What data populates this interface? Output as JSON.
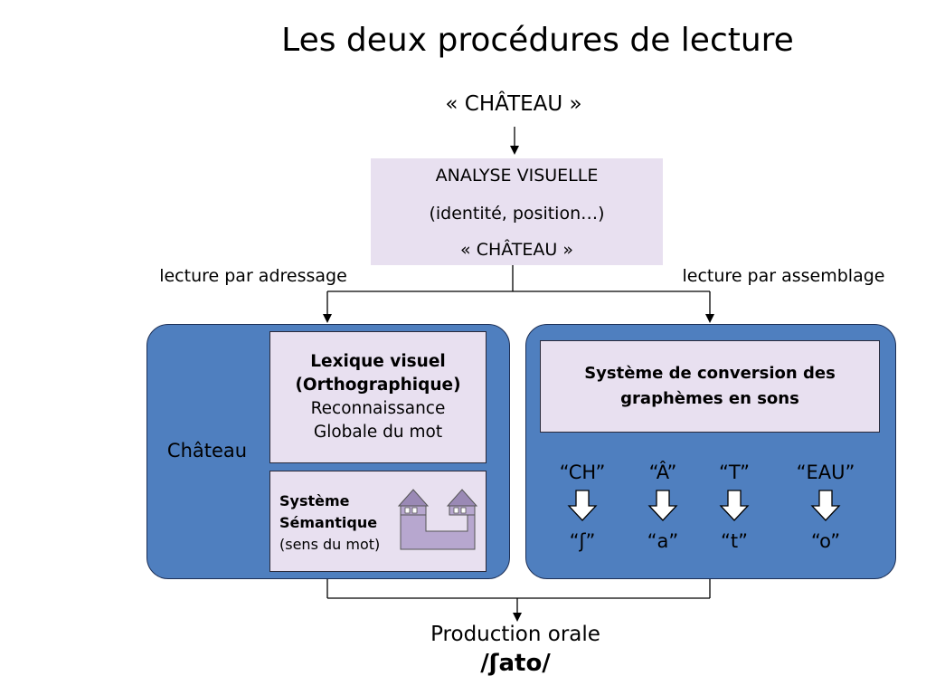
{
  "title": "Les deux procédures de lecture",
  "input_word": "« CHÂTEAU »",
  "visual_analysis": {
    "line1": "ANALYSE VISUELLE",
    "line2": "(identité, position…)",
    "line3": "« CHÂTEAU »"
  },
  "routes": {
    "left": "lecture par adressage",
    "right": "lecture par assemblage"
  },
  "lexique": {
    "title1": "Lexique visuel",
    "title2": "(Orthographique)",
    "line3": "Reconnaissance",
    "line4": "Globale du mot"
  },
  "chateau_label": "Château",
  "semantic": {
    "line1": "Système",
    "line2": "Sémantique",
    "line3": "(sens du mot)"
  },
  "conversion": {
    "line1": "Système de conversion des",
    "line2": "graphèmes en sons"
  },
  "graphemes": [
    "“CH”",
    "“Â”",
    "“T”",
    "“EAU”"
  ],
  "phonemes": [
    "“ʃ”",
    "“a”",
    "“t”",
    "“o”"
  ],
  "output": {
    "label": "Production orale",
    "phonetic": "/ʃato/"
  },
  "colors": {
    "panel": "#4f7fbf",
    "box": "#e8e0f0",
    "castle": "#b7a7cf"
  }
}
